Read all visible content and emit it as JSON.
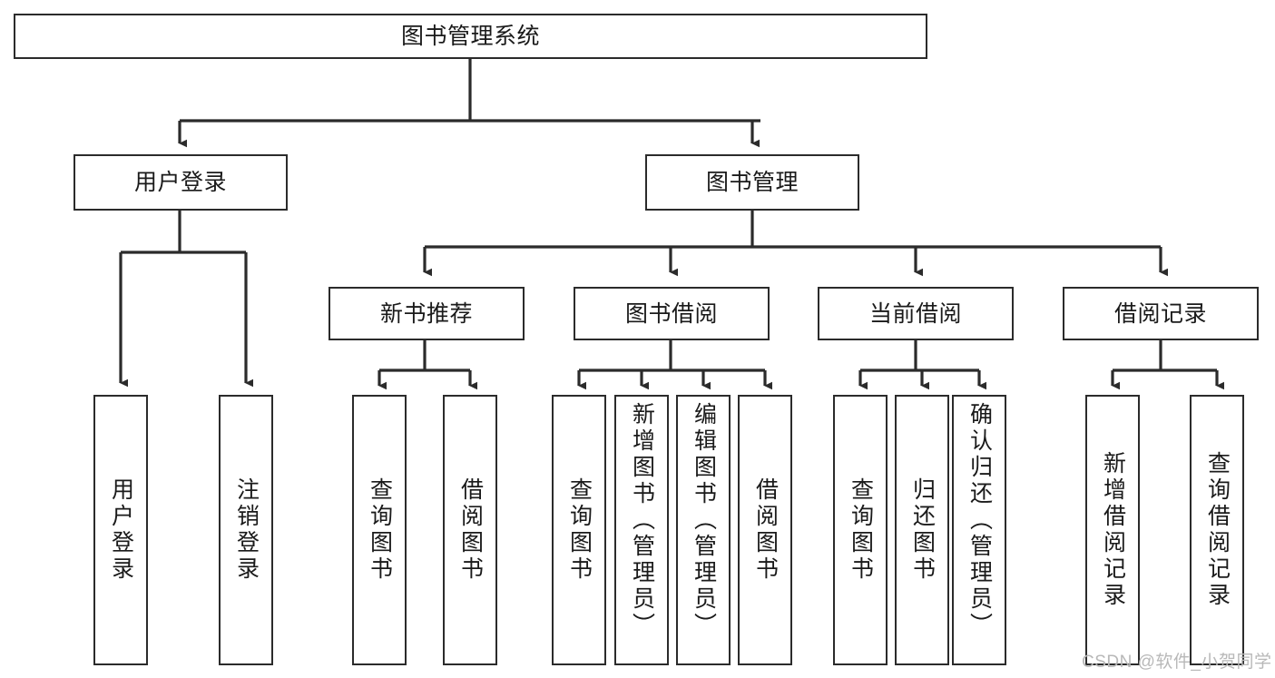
{
  "diagram": {
    "type": "tree-hierarchy-flowchart",
    "title": "图书管理系统",
    "orientation": "top-down",
    "box_border_color": "#2b2b2b",
    "box_fill_color": "#ffffff",
    "edge_color": "#2b2b2b",
    "background_color": "#ffffff",
    "nodes": {
      "root": {
        "label": "图书管理系统",
        "level": 0
      },
      "level1": [
        {
          "id": "user_login",
          "label": "用户登录"
        },
        {
          "id": "book_manage",
          "label": "图书管理"
        }
      ],
      "level2": [
        {
          "id": "new_book_rec",
          "label": "新书推荐",
          "parent": "book_manage"
        },
        {
          "id": "book_borrow",
          "label": "图书借阅",
          "parent": "book_manage"
        },
        {
          "id": "current_borrow",
          "label": "当前借阅",
          "parent": "book_manage"
        },
        {
          "id": "borrow_record",
          "label": "借阅记录",
          "parent": "book_manage"
        }
      ],
      "leaves": [
        {
          "id": "leaf_user_login",
          "label": "用户登录",
          "parent": "user_login"
        },
        {
          "id": "leaf_logout",
          "label": "注销登录",
          "parent": "user_login"
        },
        {
          "id": "leaf_query_book_1",
          "label": "查询图书",
          "parent": "new_book_rec"
        },
        {
          "id": "leaf_borrow_book_1",
          "label": "借阅图书",
          "parent": "new_book_rec"
        },
        {
          "id": "leaf_query_book_2",
          "label": "查询图书",
          "parent": "book_borrow"
        },
        {
          "id": "leaf_add_book",
          "label": "新增图书（管理员）",
          "parent": "book_borrow"
        },
        {
          "id": "leaf_edit_book",
          "label": "编辑图书（管理员）",
          "parent": "book_borrow"
        },
        {
          "id": "leaf_borrow_book_2",
          "label": "借阅图书",
          "parent": "book_borrow"
        },
        {
          "id": "leaf_query_book_3",
          "label": "查询图书",
          "parent": "current_borrow"
        },
        {
          "id": "leaf_return_book",
          "label": "归还图书",
          "parent": "current_borrow"
        },
        {
          "id": "leaf_confirm_return",
          "label": "确认归还（管理员）",
          "parent": "current_borrow"
        },
        {
          "id": "leaf_add_record",
          "label": "新增借阅记录",
          "parent": "borrow_record"
        },
        {
          "id": "leaf_query_record",
          "label": "查询借阅记录",
          "parent": "borrow_record"
        }
      ]
    },
    "watermark": "CSDN @软件_小贺同学"
  }
}
